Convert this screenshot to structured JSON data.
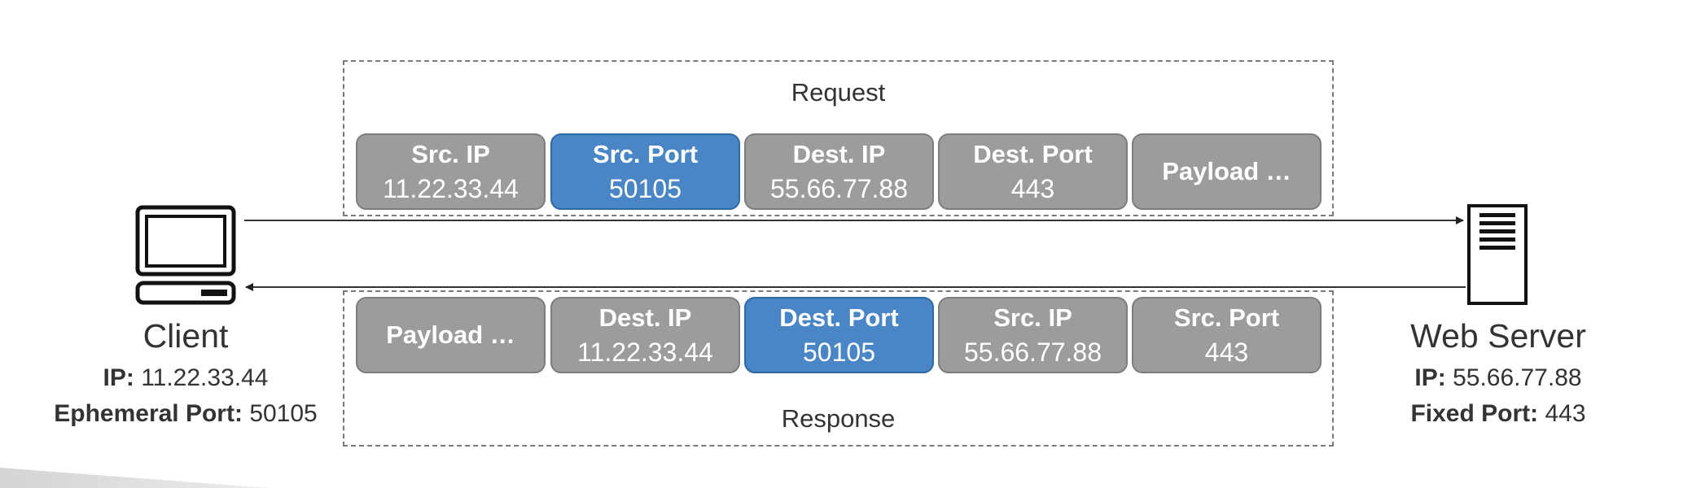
{
  "request": {
    "title": "Request",
    "fields": [
      {
        "label": "Src. IP",
        "value": "11.22.33.44",
        "color": "#9c9c9c"
      },
      {
        "label": "Src. Port",
        "value": "50105",
        "color": "#4a86c5"
      },
      {
        "label": "Dest. IP",
        "value": "55.66.77.88",
        "color": "#9c9c9c"
      },
      {
        "label": "Dest. Port",
        "value": "443",
        "color": "#9c9c9c"
      },
      {
        "label": "Payload …",
        "value": "",
        "color": "#9c9c9c"
      }
    ]
  },
  "response": {
    "title": "Response",
    "fields": [
      {
        "label": "Payload …",
        "value": "",
        "color": "#9c9c9c"
      },
      {
        "label": "Dest. IP",
        "value": "11.22.33.44",
        "color": "#9c9c9c"
      },
      {
        "label": "Dest. Port",
        "value": "50105",
        "color": "#4a86c5"
      },
      {
        "label": "Src. IP",
        "value": "55.66.77.88",
        "color": "#9c9c9c"
      },
      {
        "label": "Src. Port",
        "value": "443",
        "color": "#9c9c9c"
      }
    ]
  },
  "client": {
    "name": "Client",
    "ip_label": "IP:",
    "ip": "11.22.33.44",
    "port_label": "Ephemeral Port:",
    "port": "50105",
    "icon": "laptop-icon"
  },
  "server": {
    "name": "Web Server",
    "ip_label": "IP:",
    "ip": "55.66.77.88",
    "port_label": "Fixed Port:",
    "port": "443",
    "icon": "server-icon"
  }
}
